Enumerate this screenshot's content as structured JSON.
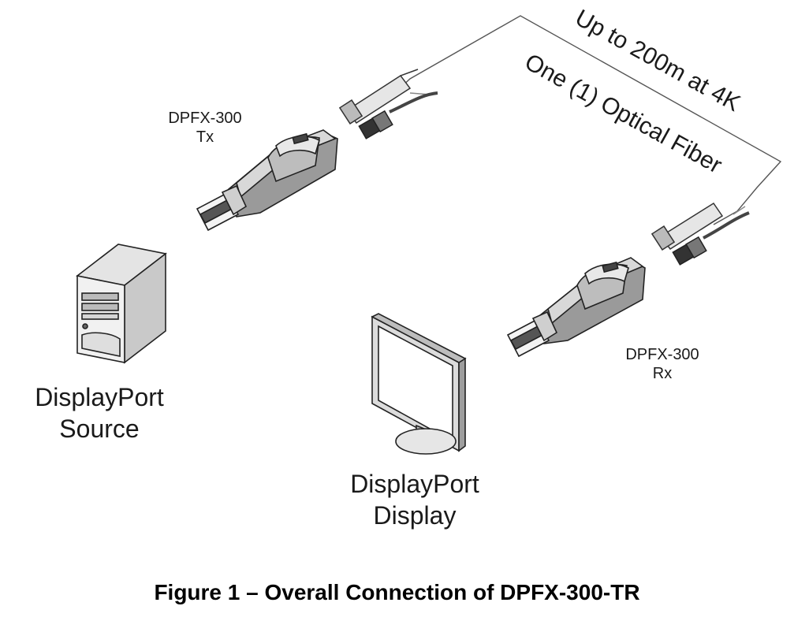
{
  "labels": {
    "tx_model": "DPFX-300",
    "tx_role": "Tx",
    "rx_model": "DPFX-300",
    "rx_role": "Rx",
    "source_line1": "DisplayPort",
    "source_line2": "Source",
    "display_line1": "DisplayPort",
    "display_line2": "Display",
    "distance": "Up to 200m at 4K",
    "fiber": "One (1) Optical Fiber"
  },
  "caption": "Figure 1 – Overall Connection of DPFX-300-TR",
  "icons": [
    "tower-pc-icon",
    "monitor-icon",
    "transmitter-dongle-icon",
    "receiver-dongle-icon",
    "fiber-connector-icon",
    "usb-power-connector-icon"
  ]
}
